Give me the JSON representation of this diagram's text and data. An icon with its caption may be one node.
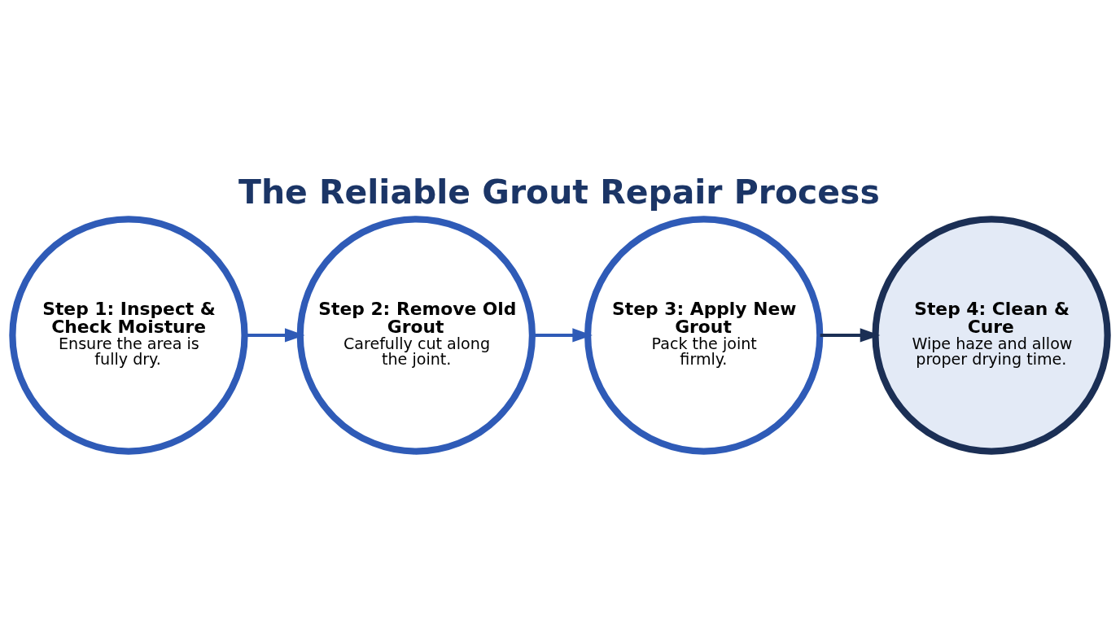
{
  "diagram": {
    "title": "The Reliable Grout Repair Process",
    "nodes": [
      {
        "text": [
          "Step 1: Inspect & Check Moisture",
          "Ensure the area is fully dry."
        ]
      },
      {
        "text": [
          "Step 2: Remove Old Grout",
          "Carefully cut along the joint."
        ]
      },
      {
        "text": [
          "Step 3: Apply New Grout",
          "Pack the joint firmly."
        ]
      },
      {
        "text": [
          "Step 4: Clean & Cure",
          "Wipe haze and allow proper drying time."
        ]
      }
    ],
    "edges": [
      {
        "from": 0,
        "to": 1,
        "arrow": "to"
      },
      {
        "from": 1,
        "to": 2,
        "arrow": "to"
      },
      {
        "from": 2,
        "to": 3,
        "arrow": "to",
        "color": "#1b2f55"
      }
    ]
  }
}
